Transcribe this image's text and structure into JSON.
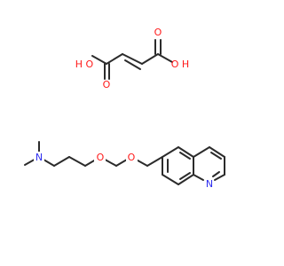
{
  "colors": {
    "bond": "#2b2b2b",
    "oxygen": "#ff1a1a",
    "nitrogen": "#2e2ef0",
    "background": "#ffffff"
  },
  "fumaric_acid": {
    "atom_labels": {
      "o_carbonyl_left": "O",
      "oh_left": "H O",
      "o_carbonyl_right": "O",
      "oh_right": "O H"
    }
  },
  "amine_ether": {
    "atom_labels": {
      "n_dimethyl": "N",
      "o_ether_1": "O",
      "o_ether_2": "O",
      "n_quinoline": "N"
    }
  }
}
